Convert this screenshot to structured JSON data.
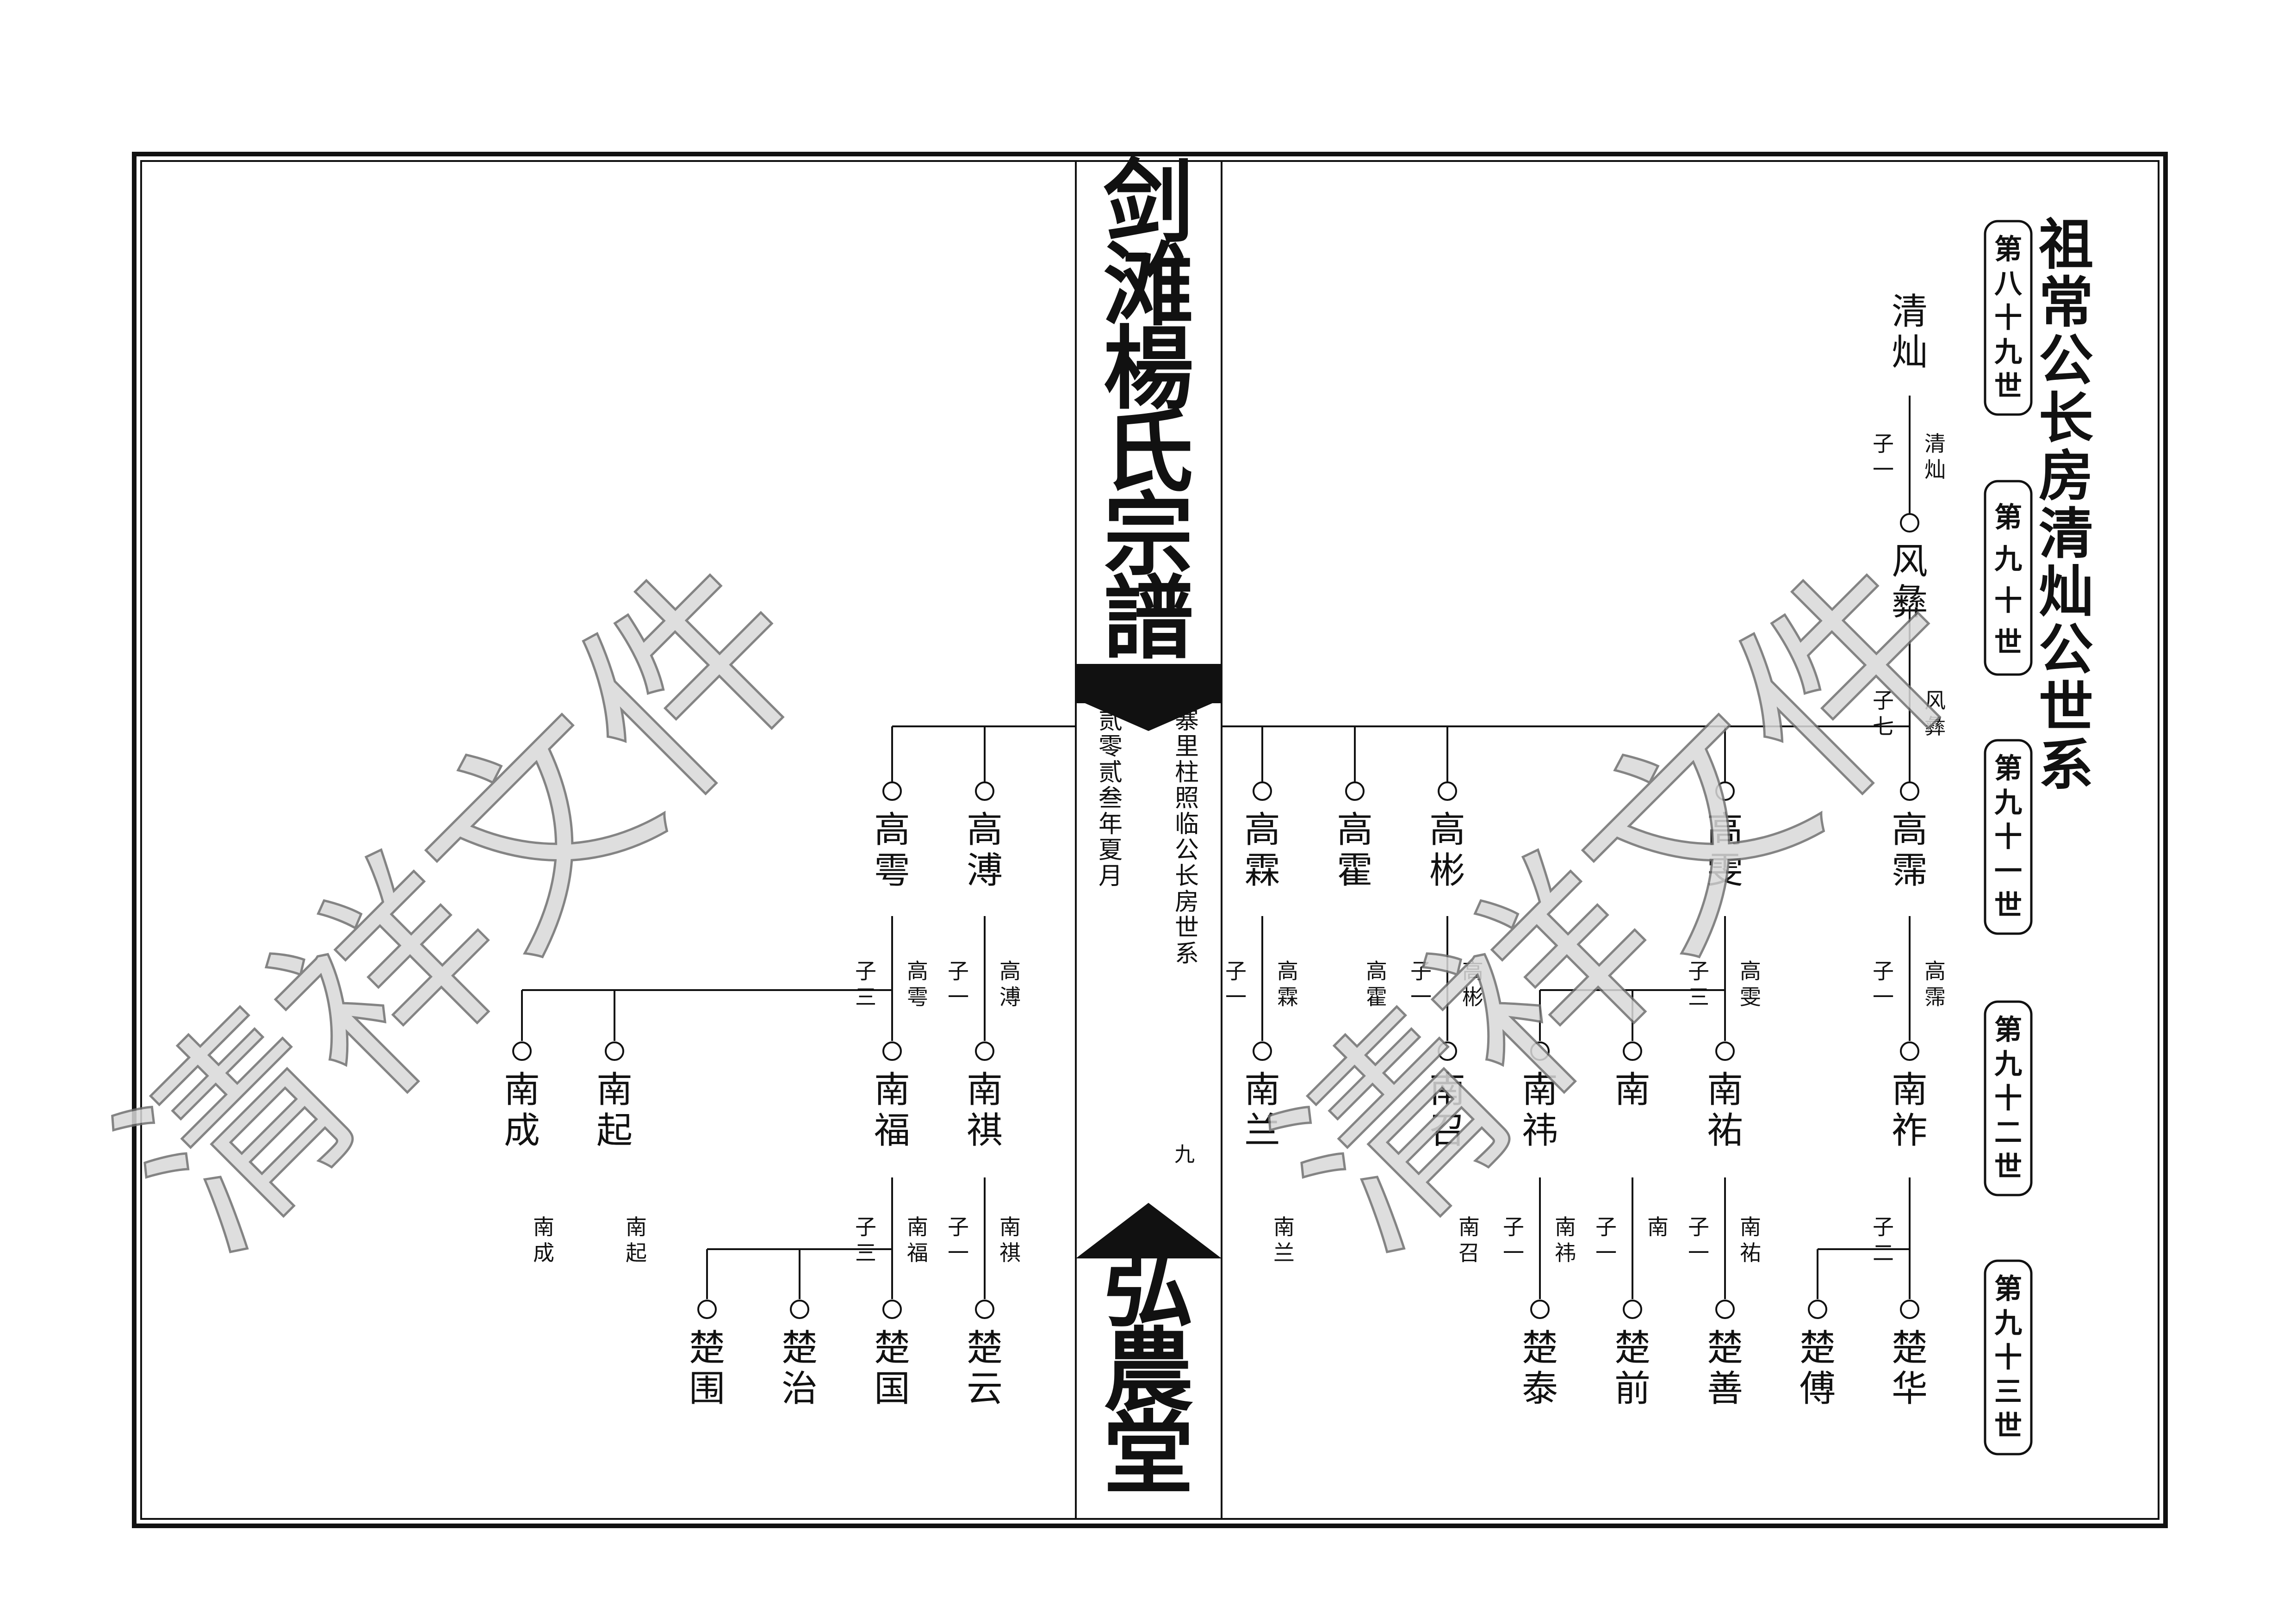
{
  "page": {
    "title": "祖常公长房清灿公世系",
    "book_title": "剑滩楊氏宗譜",
    "hall_name": "弘農堂",
    "subtitle": "寨里柱照临公长房世系",
    "date": "贰零贰叁年夏月",
    "page_number": "九",
    "watermark": "清祥文件"
  },
  "generations": [
    "第八十九世",
    "第九十世",
    "第九十一世",
    "第九十二世",
    "第九十三世"
  ],
  "persons": {
    "p89": "清灿",
    "p90": "风彝",
    "g1": "高霈",
    "g2": "高雯",
    "g3": "高彬",
    "g4": "高霍",
    "g5": "高霖",
    "g6": "高溥",
    "g7": "高雩",
    "n1": "南祚",
    "n2": "南祐",
    "n3": "南",
    "n4": "南祎",
    "n5": "南召",
    "n6": "南兰",
    "n7": "南祺",
    "n8": "南福",
    "n9": "南起",
    "n10": "南成",
    "c1": "楚华",
    "c2": "楚傅",
    "c3": "楚善",
    "c4": "楚前",
    "c5": "楚泰",
    "c6": "楚云",
    "c7": "楚国",
    "c8": "楚治",
    "c9": "楚围"
  },
  "notes": {
    "a1": "清灿",
    "a1c": "子一",
    "a2": "风彝",
    "a2c": "子七",
    "b1": "高霈",
    "b1c": "子一",
    "b2": "高雯",
    "b2c": "子三",
    "b3": "高彬",
    "b3c": "子一",
    "b4": "高霍",
    "b5": "高霖",
    "b5c": "子一",
    "b6": "高溥",
    "b6c": "子一",
    "b7": "高雩",
    "b7c": "子三",
    "d1c": "子二",
    "d2": "南祐",
    "d2c": "子一",
    "d3": "南",
    "d3c": "子一",
    "d4": "南祎",
    "d4c": "子一",
    "d5": "南召",
    "d6": "南兰",
    "d7": "南祺",
    "d7c": "子一",
    "d8": "南福",
    "d8c": "子三",
    "d9": "南起",
    "d10": "南成"
  }
}
